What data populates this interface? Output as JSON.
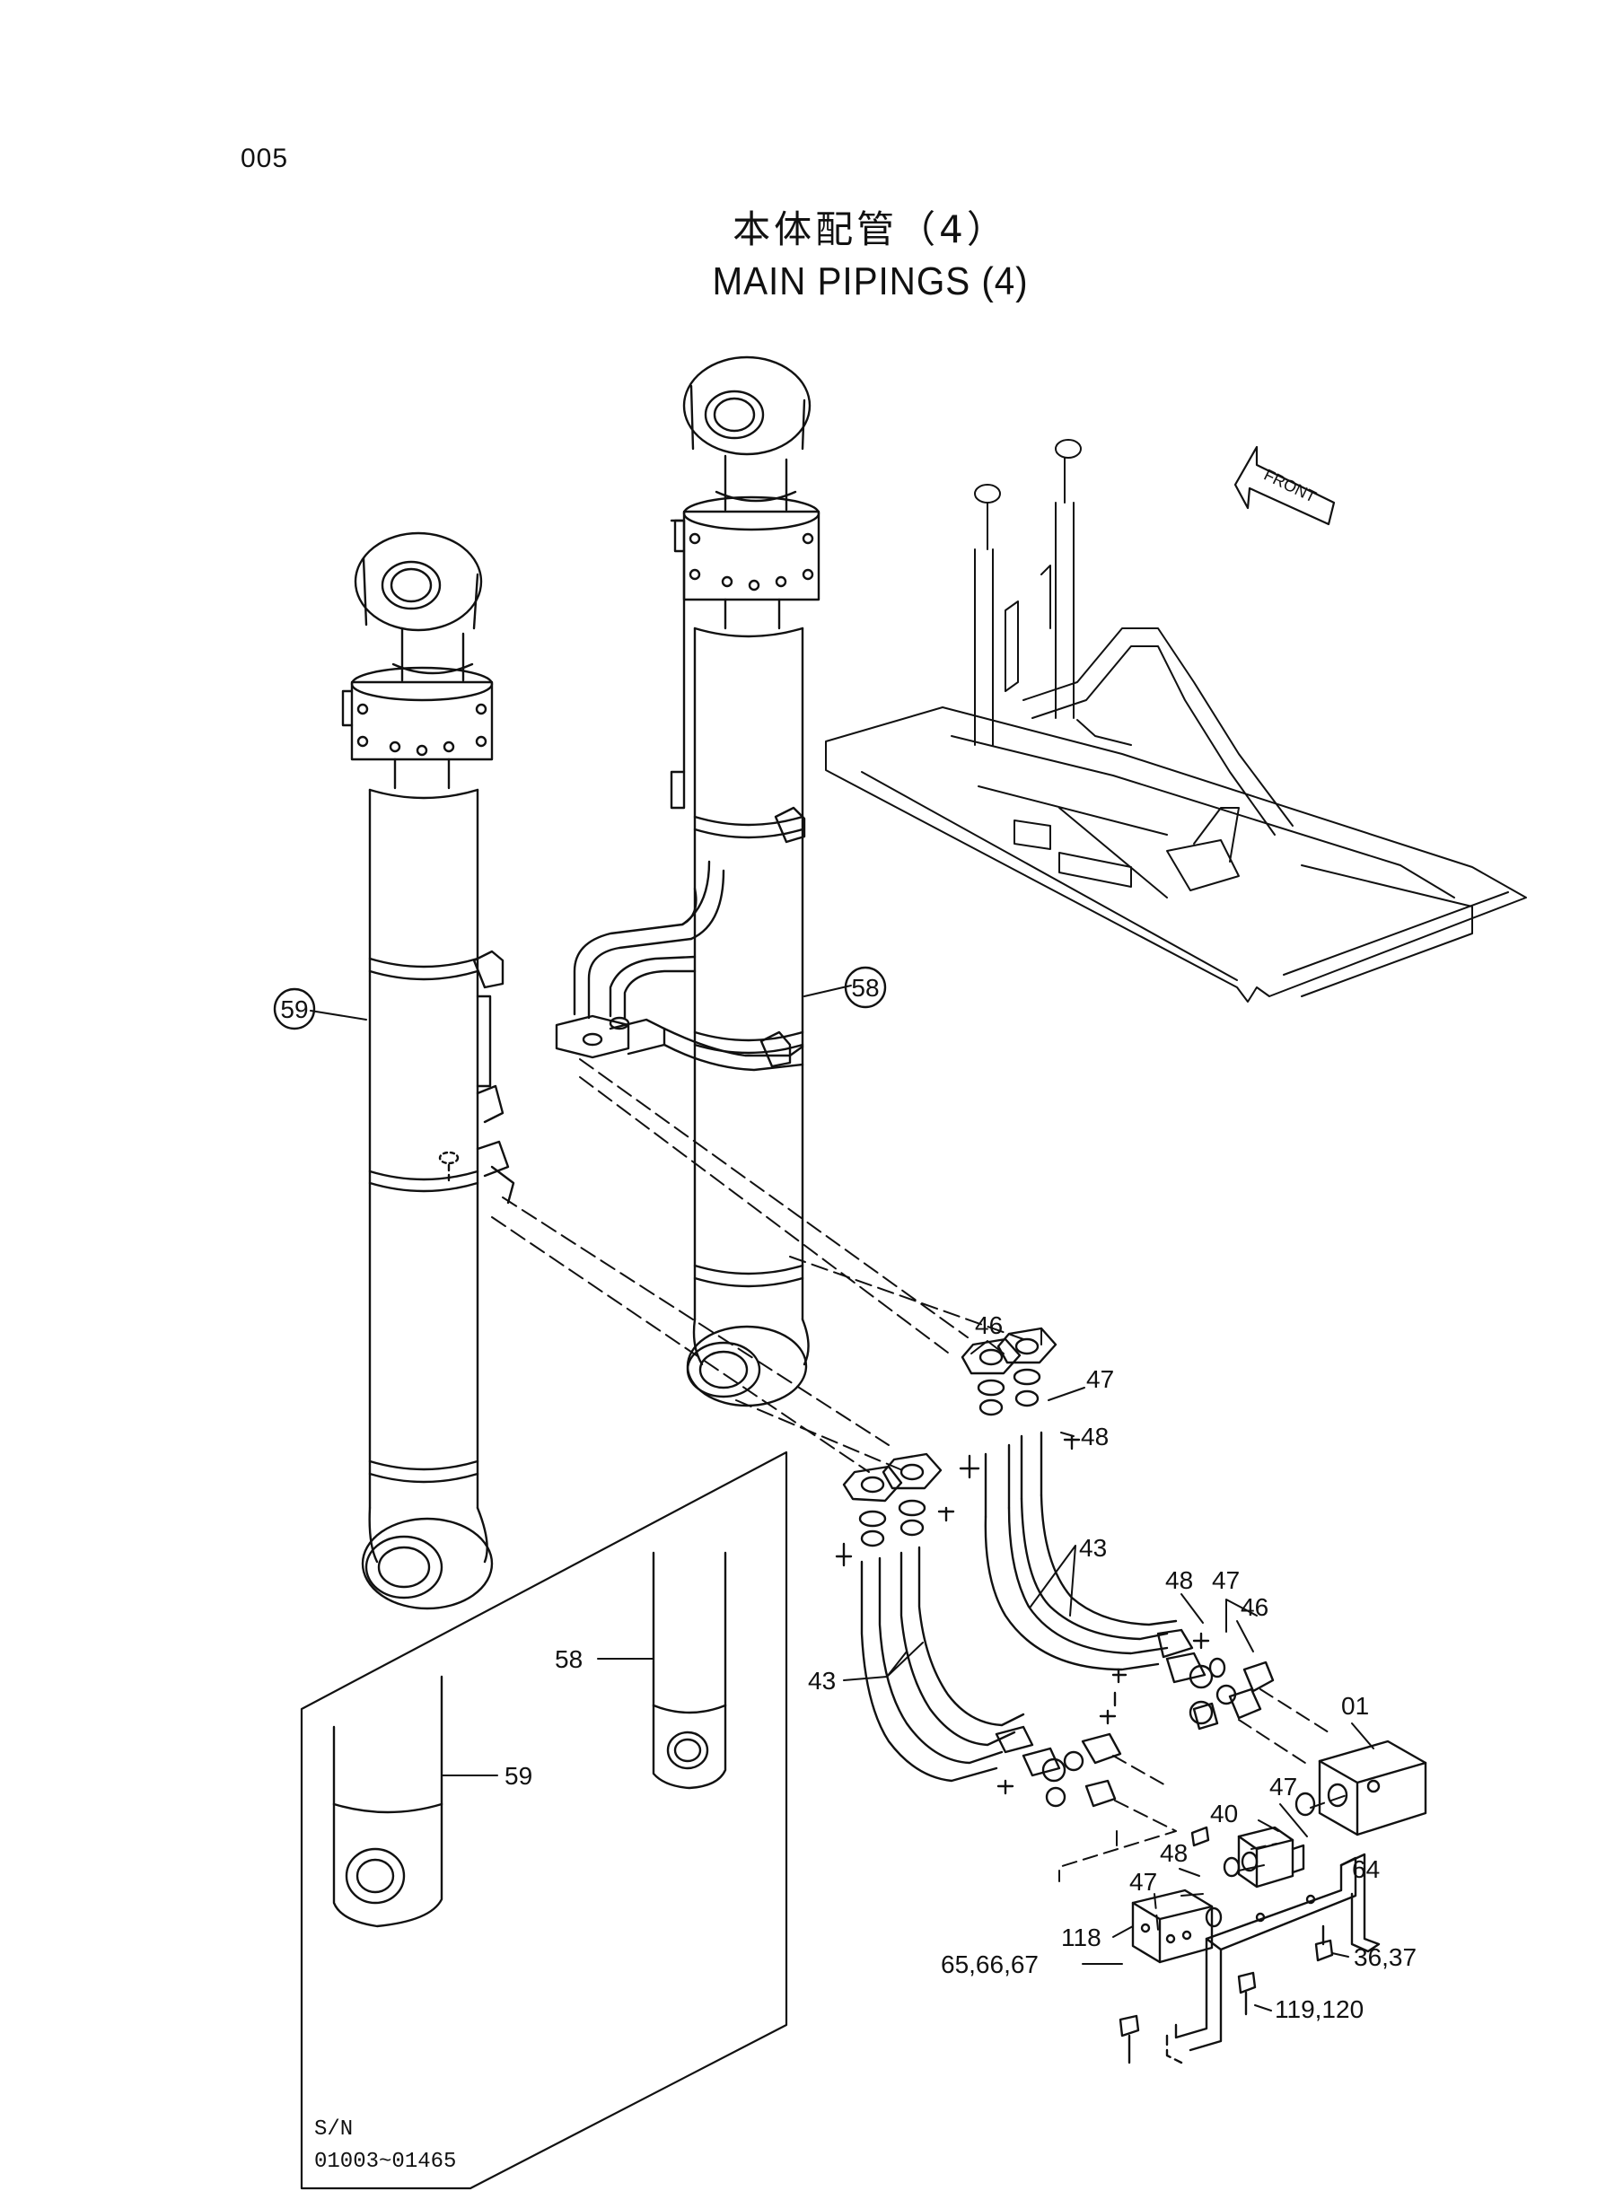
{
  "page_number": "005",
  "title_jp": "本体配管（4）",
  "title_en": "MAIN PIPINGS (4)",
  "front_label": "FRONT",
  "callouts": {
    "c58_circle": "58",
    "c59_circle": "59",
    "c46_top": "46",
    "c47_top": "47",
    "c48_top": "48",
    "c43_upper": "43",
    "c43_lower": "43",
    "c48_mid": "48",
    "c47_mid": "47",
    "c46_mid": "46",
    "c01": "01",
    "c47_right": "47",
    "c40": "40",
    "c48_low": "48",
    "c47_low": "47",
    "c64": "64",
    "c118": "118",
    "c65": "65,66,67",
    "c36": "36,37",
    "c119": "119,120",
    "c58_inset": "58",
    "c59_inset": "59"
  },
  "serial_label": "S/N",
  "serial_range": "01003~01465",
  "colors": {
    "ink": "#111111",
    "paper": "#ffffff"
  }
}
